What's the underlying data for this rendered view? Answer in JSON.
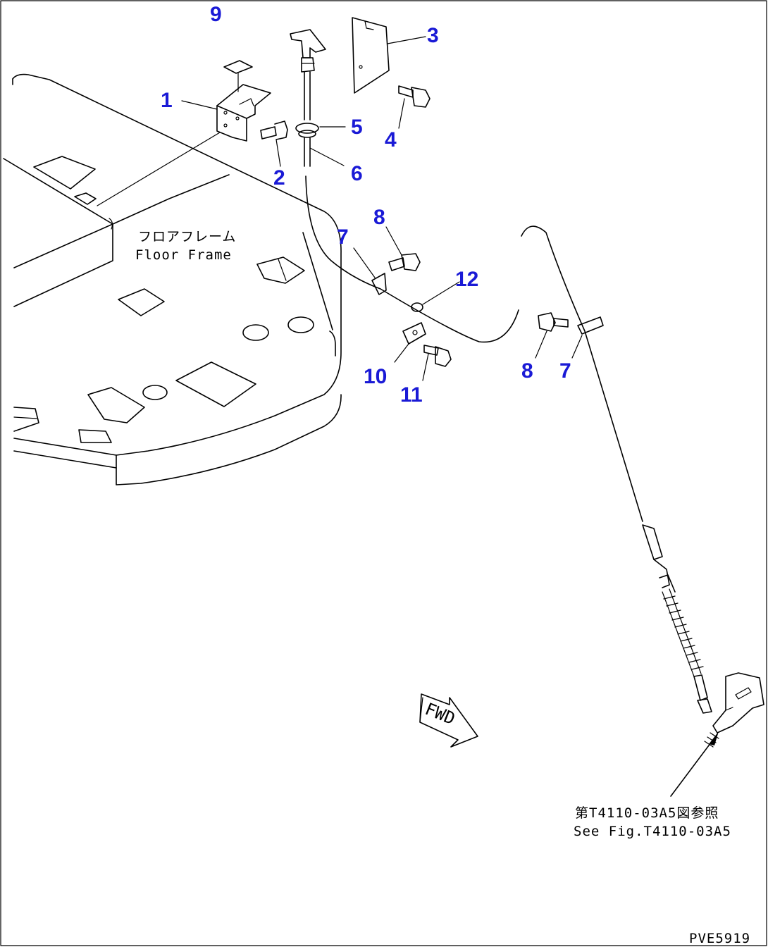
{
  "callouts": {
    "c1": "1",
    "c2": "2",
    "c3": "3",
    "c4": "4",
    "c5": "5",
    "c6": "6",
    "c7a": "7",
    "c7b": "7",
    "c8a": "8",
    "c8b": "8",
    "c9": "9",
    "c10": "10",
    "c11": "11",
    "c12": "12"
  },
  "labels": {
    "floor_frame_jp": "フロアフレーム",
    "floor_frame_en": "Floor Frame",
    "see_fig_jp": "第T4110-03A5図参照",
    "see_fig_en": "See Fig.T4110-03A5",
    "fwd": "FWD",
    "drawing_code": "PVE5919"
  },
  "colors": {
    "callout": "#1a1ad6",
    "line": "#000000",
    "background": "#ffffff"
  }
}
